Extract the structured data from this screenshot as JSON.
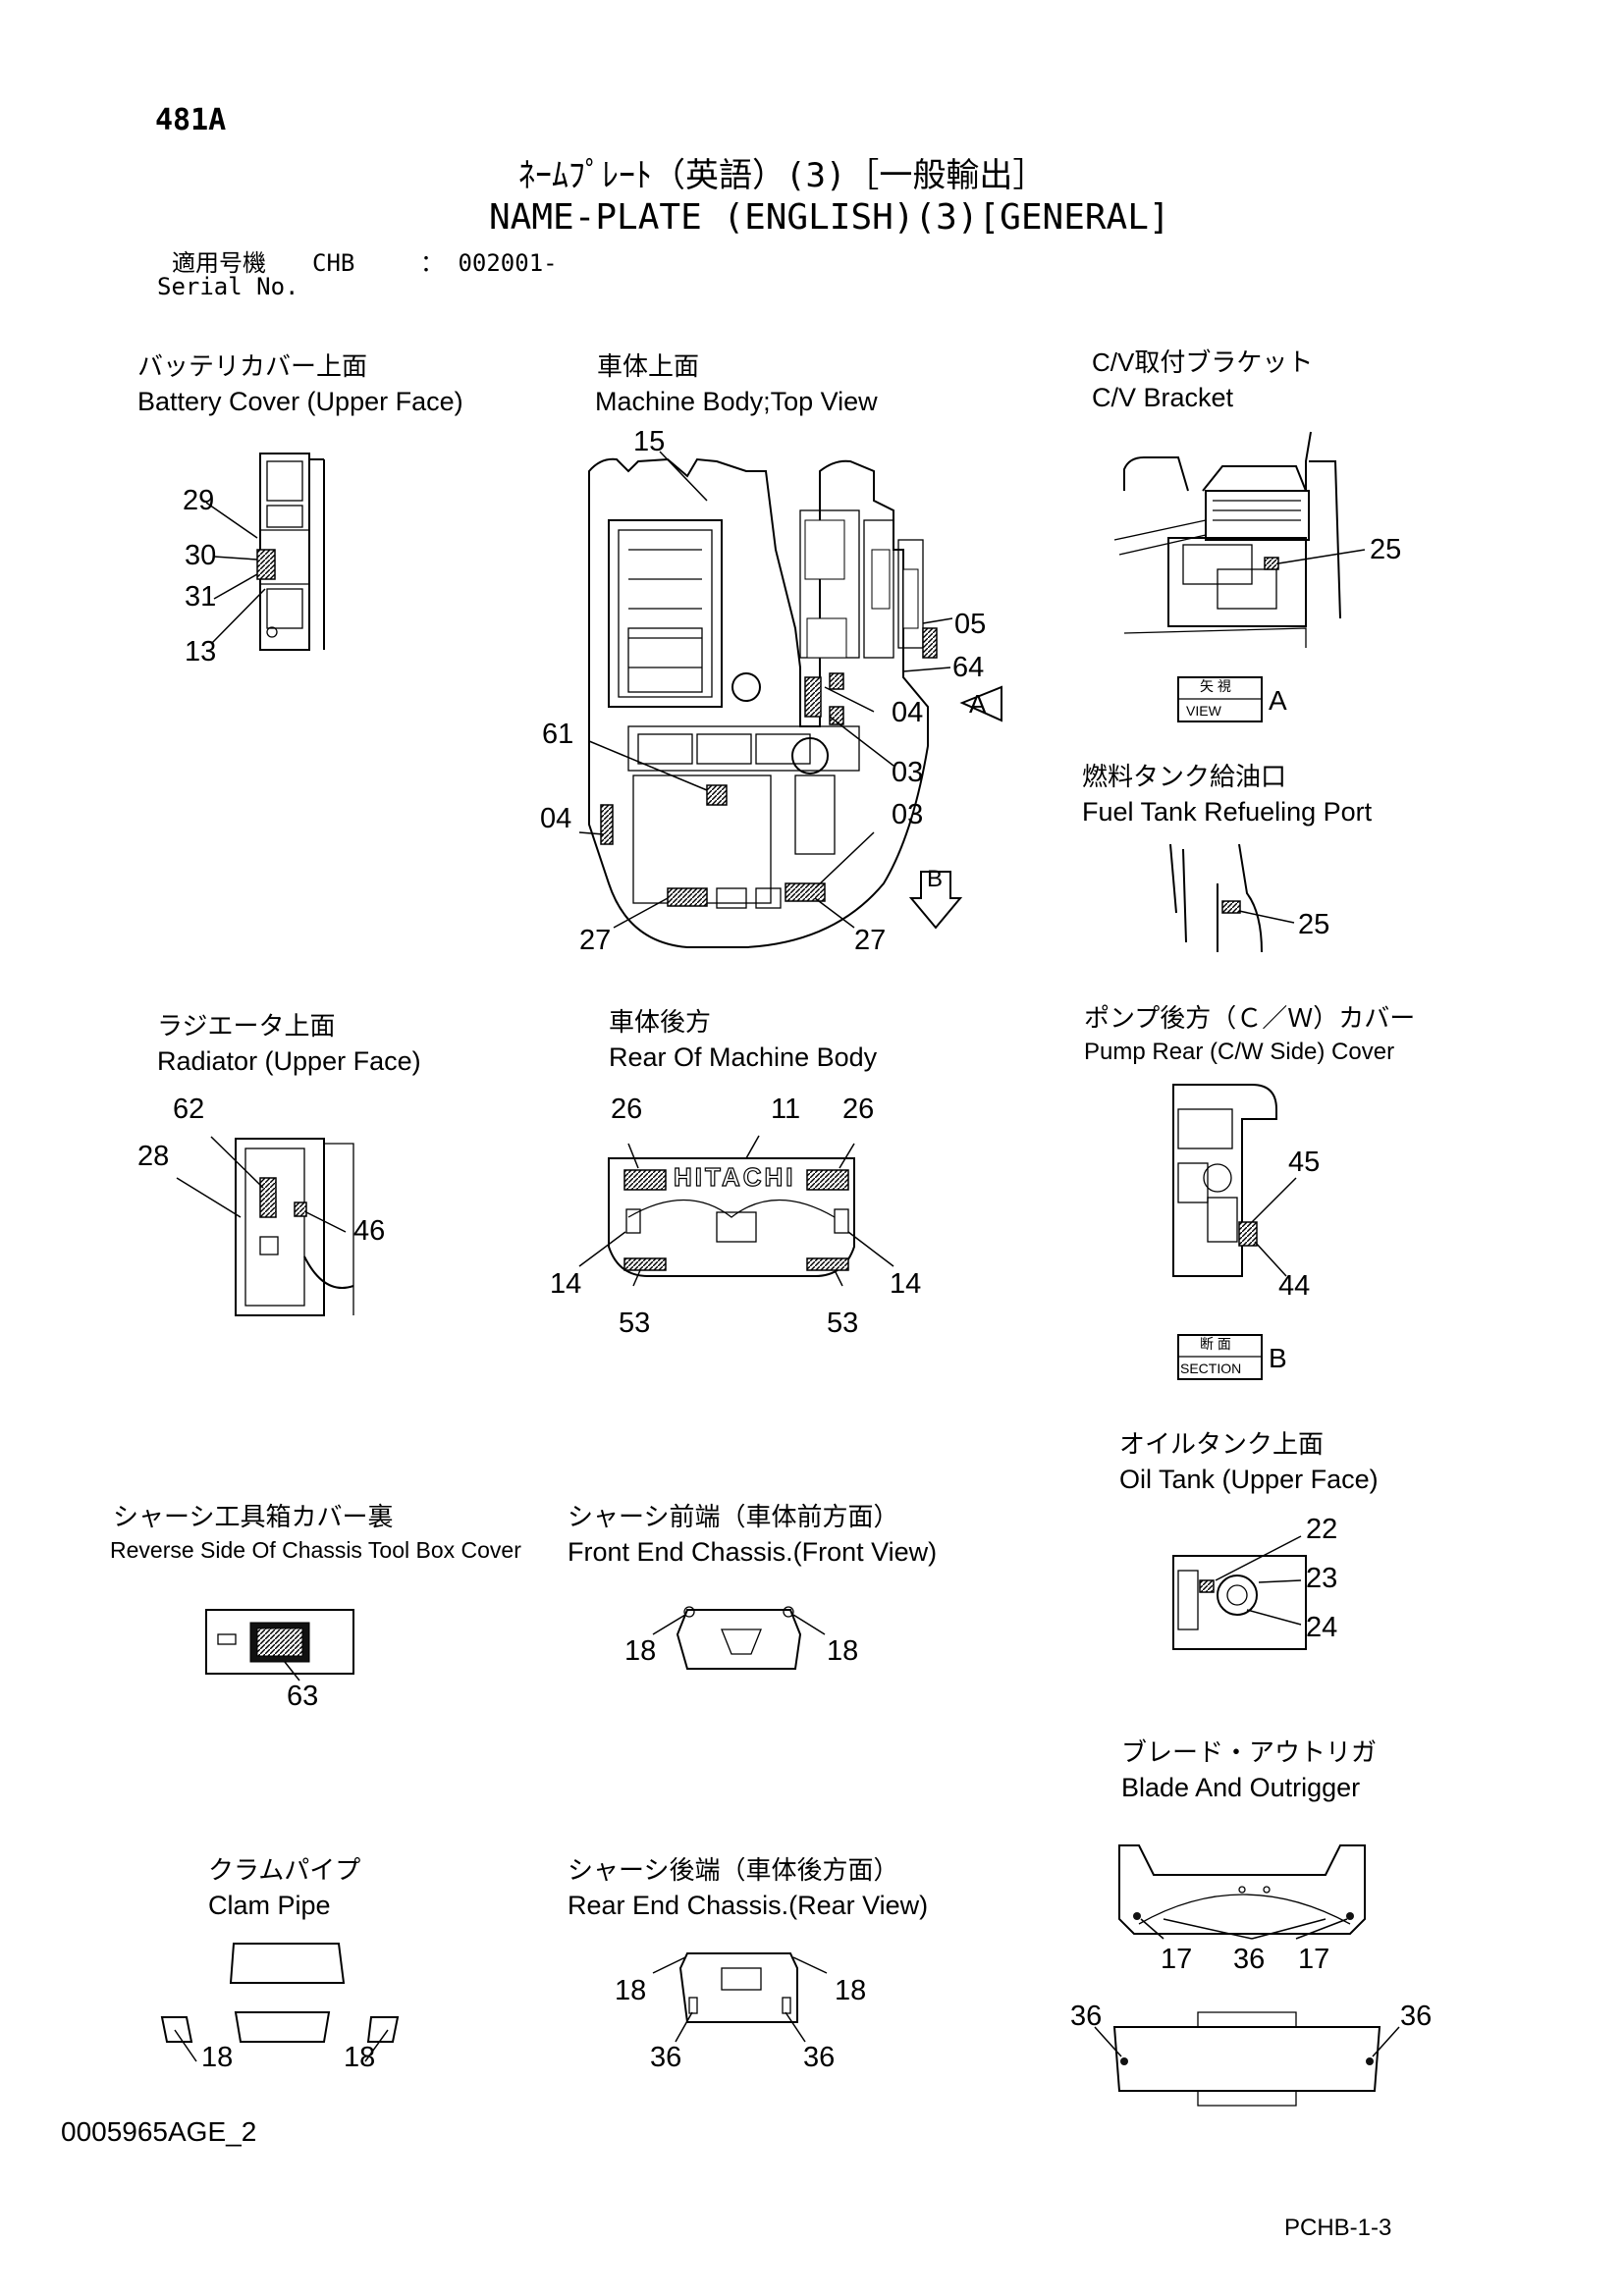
{
  "header": {
    "page_id": "481A",
    "title_jp": "ﾈｰﾑﾌﾟﾚｰﾄ（英語）(3)［一般輸出］",
    "title_en": "NAME-PLATE (ENGLISH)(3)[GENERAL]",
    "serial_label_jp": "適用号機",
    "serial_label_en": "Serial No.",
    "model": "CHB",
    "serial_range": "： 002001-"
  },
  "views": {
    "battery_cover": {
      "title_jp": "バッテリカバー上面",
      "title_en": "Battery Cover (Upper Face)",
      "callouts": [
        "29",
        "30",
        "31",
        "13"
      ]
    },
    "machine_body_top": {
      "title_jp": "車体上面",
      "title_en": "Machine Body;Top View",
      "callouts": [
        "15",
        "05",
        "64",
        "04",
        "03",
        "61",
        "03",
        "04",
        "27",
        "27"
      ],
      "view_marker": "A",
      "section_marker": "B"
    },
    "cv_bracket": {
      "title_jp": "C/V取付ブラケット",
      "title_en": "C/V Bracket",
      "callouts": [
        "25"
      ],
      "view_tag_jp": "矢 視",
      "view_tag_en": "VIEW",
      "view_tag_letter": "A"
    },
    "fuel_tank": {
      "title_jp": "燃料タンク給油口",
      "title_en": "Fuel Tank Refueling Port",
      "callouts": [
        "25"
      ]
    },
    "radiator": {
      "title_jp": "ラジエータ上面",
      "title_en": "Radiator (Upper Face)",
      "callouts": [
        "62",
        "28",
        "46"
      ]
    },
    "rear_body": {
      "title_jp": "車体後方",
      "title_en": "Rear Of Machine Body",
      "callouts": [
        "26",
        "11",
        "26",
        "14",
        "14",
        "53",
        "53"
      ],
      "logo_text": "HITACHI"
    },
    "pump_rear": {
      "title_jp": "ポンプ後方（Ｃ／Ｗ）カバー",
      "title_en": "Pump Rear (C/W Side) Cover",
      "callouts": [
        "45",
        "44"
      ],
      "section_tag_jp": "断 面",
      "section_tag_en": "SECTION",
      "section_tag_letter": "B"
    },
    "oil_tank": {
      "title_jp": "オイルタンク上面",
      "title_en": "Oil Tank (Upper Face)",
      "callouts": [
        "22",
        "23",
        "24"
      ]
    },
    "tool_box": {
      "title_jp": "シャーシ工具箱カバー裏",
      "title_en": "Reverse Side Of Chassis Tool Box Cover",
      "callouts": [
        "63"
      ]
    },
    "front_chassis": {
      "title_jp": "シャーシ前端（車体前方面）",
      "title_en": "Front End Chassis.(Front View)",
      "callouts": [
        "18",
        "18"
      ]
    },
    "blade": {
      "title_jp": "ブレード・アウトリガ",
      "title_en": "Blade And Outrigger",
      "callouts": [
        "17",
        "36",
        "17",
        "36",
        "36"
      ]
    },
    "clam_pipe": {
      "title_jp": "クラムパイプ",
      "title_en": "Clam Pipe",
      "callouts": [
        "18",
        "18"
      ]
    },
    "rear_chassis": {
      "title_jp": "シャーシ後端（車体後方面）",
      "title_en": "Rear End Chassis.(Rear View)",
      "callouts": [
        "18",
        "18",
        "36",
        "36"
      ]
    }
  },
  "footer": {
    "drawing_id": "0005965AGE_2",
    "page_code": "PCHB-1-3"
  }
}
